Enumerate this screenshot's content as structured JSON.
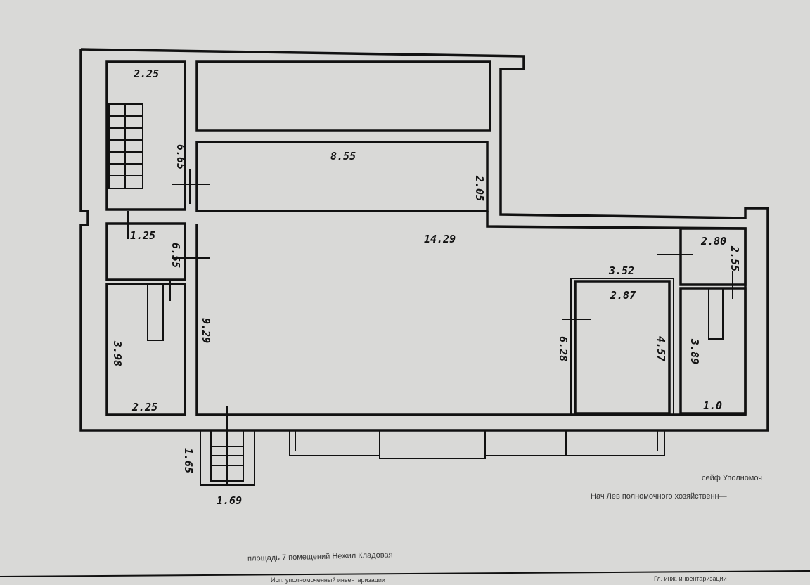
{
  "plan": {
    "dimensions": {
      "stair_room_width": "2.25",
      "stair_room_height": "6.65",
      "room_middle_length": "8.55",
      "room_middle_height": "2.05",
      "corridor_width": "1.25",
      "corridor_height": "6.55",
      "hall_length": "14.29",
      "hall_height": "9.29",
      "left_room_height": "3.98",
      "left_room_width": "2.25",
      "stair_out_height": "1.65",
      "stair_out_width": "1.69",
      "right_top_width": "3.52",
      "room_a_width": "2.87",
      "room_a_left_height": "6.28",
      "room_a_right_height": "4.57",
      "small_room_width": "2.80",
      "small_room_height": "2.55",
      "room_b_height": "3.89",
      "room_b_width": "1.0"
    },
    "notes": {
      "note_1": "сейф Уполномоч",
      "note_2": "Нач Лев полномочного хозяйственн—",
      "note_3": "площадь 7 помещений Нежил Кладовая",
      "footer_left": "Исп. уполномоченный инвентаризации",
      "footer_right": "Гл. инж. инвентаризации"
    }
  }
}
